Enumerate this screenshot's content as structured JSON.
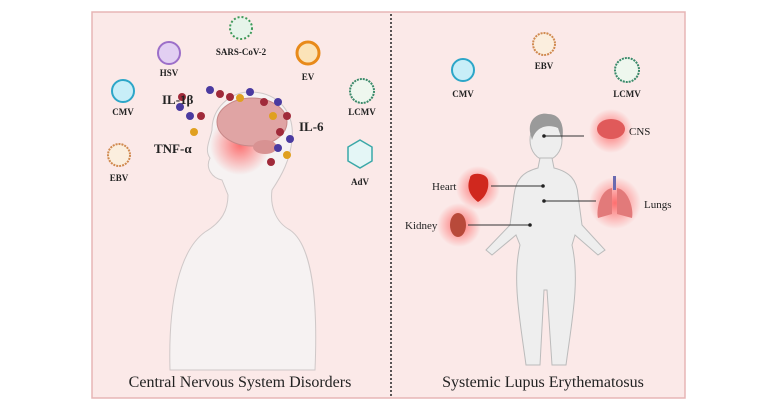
{
  "left_panel": {
    "title": "Central Nervous System Disorders",
    "viruses": [
      {
        "label": "SARS-CoV-2",
        "color": "#3f9a5a"
      },
      {
        "label": "HSV",
        "color": "#9c6fc9"
      },
      {
        "label": "EV",
        "color": "#e88a1a"
      },
      {
        "label": "CMV",
        "color": "#2ca6c8"
      },
      {
        "label": "LCMV",
        "color": "#3a8a6a"
      },
      {
        "label": "EBV",
        "color": "#d08a50"
      },
      {
        "label": "AdV",
        "color": "#3aa8a8"
      }
    ],
    "cytokines": [
      "IL-1β",
      "TNF-α",
      "IL-6"
    ]
  },
  "right_panel": {
    "title": "Systemic Lupus Erythematosus",
    "viruses": [
      {
        "label": "CMV",
        "color": "#2ca6c8"
      },
      {
        "label": "EBV",
        "color": "#d08a50"
      },
      {
        "label": "LCMV",
        "color": "#3a8a6a"
      }
    ],
    "organs": [
      "CNS",
      "Heart",
      "Lungs",
      "Kidney"
    ]
  },
  "colors": {
    "panel_bg": "#fbe9e8",
    "border": "#e7b5b5",
    "inflammation": "#ff4a4a"
  }
}
